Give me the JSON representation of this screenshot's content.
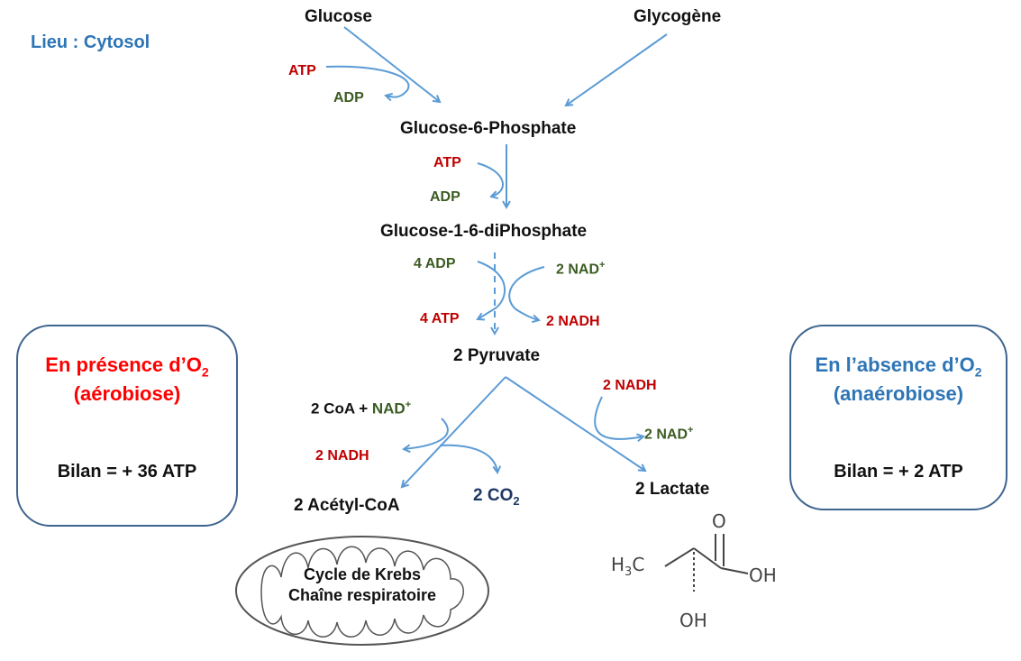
{
  "location": {
    "label": "Lieu : Cytosol"
  },
  "molecules": {
    "glucose": "Glucose",
    "glycogen": "Glycogène",
    "g6p": "Glucose-6-Phosphate",
    "g16dp": "Glucose-1-6-diPhosphate",
    "pyruvate": "2 Pyruvate",
    "acetylcoa": "2 Acétyl-CoA",
    "lactate": "2 Lactate",
    "co2": {
      "base": "2 CO",
      "sub": "2"
    }
  },
  "cofactors": {
    "atp1": "ATP",
    "adp1": "ADP",
    "atp2": "ATP",
    "adp2": "ADP",
    "adp4": "4 ADP",
    "atp4": "4 ATP",
    "nad_plus_2": {
      "base": "2 NAD",
      "sup": "+"
    },
    "nadh_2a": "2 NADH",
    "coa": {
      "base": "2 CoA + ",
      "nad": "NAD",
      "sup": "+"
    },
    "nadh_2b": "2 NADH",
    "nadh_2c": "2 NADH",
    "nad_plus_2b": {
      "base": "2 NAD",
      "sup": "+"
    }
  },
  "aerobic_box": {
    "title_line1": "En présence d’O",
    "title_sub": "2",
    "title_line2": "(aérobiose)",
    "bilan": "Bilan = + 36 ATP"
  },
  "anaerobic_box": {
    "title_line1": "En l’absence d’O",
    "title_sub": "2",
    "title_line2": "(anaérobiose)",
    "bilan": "Bilan = + 2 ATP"
  },
  "mitochondrion": {
    "line1": "Cycle de Krebs",
    "line2": "Chaîne respiratoire"
  },
  "lactate_structure": {
    "o_top": "O",
    "h3c": "H",
    "h3c_sub": "3",
    "h3c_c": "C",
    "oh_right": "OH",
    "oh_bottom": "OH"
  },
  "colors": {
    "arrow": "#5b9bd5",
    "atp_red": "#c00000",
    "adp_green": "#3b5c22",
    "accent_blue": "#2e75b6",
    "box_border": "#3f6590"
  }
}
